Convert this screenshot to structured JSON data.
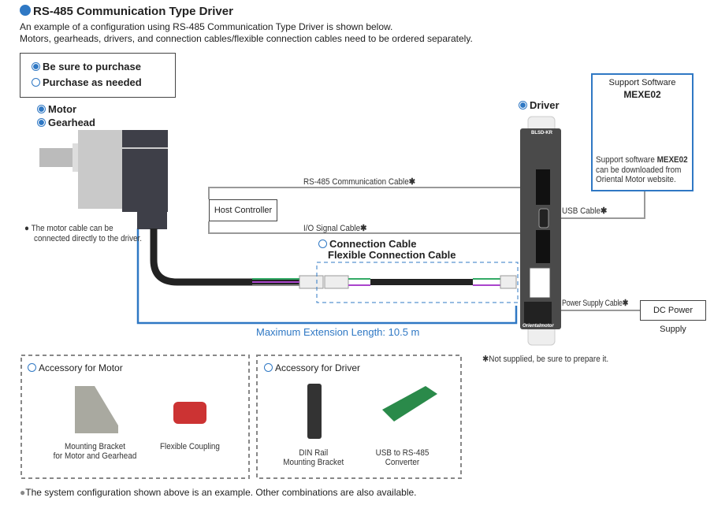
{
  "title": "RS-485 Communication Type Driver",
  "intro": [
    "An example of a configuration using RS-485 Communication Type Driver is shown below.",
    "Motors, gearheads, drivers, and connection cables/flexible connection cables need to be ordered separately."
  ],
  "legend": {
    "required": "Be sure to purchase",
    "optional": "Purchase as needed"
  },
  "motor": {
    "motor_label": "Motor",
    "gearhead_label": "Gearhead",
    "note_line1": "The motor cable can be",
    "note_line2": "connected directly to the driver."
  },
  "driver": {
    "label": "Driver",
    "model": "BLSD-KR",
    "brand": "Orientalmotor"
  },
  "host_controller": "Host Controller",
  "cables": {
    "rs485": "RS-485 Communication Cable",
    "io": "I/O Signal Cable",
    "usb": "USB Cable",
    "power": "Power Supply Cable",
    "connection_line1": "Connection Cable",
    "connection_line2": "Flexible Connection Cable",
    "asterisk": "✱"
  },
  "max_length": "Maximum Extension Length: 10.5 m",
  "software": {
    "heading": "Support Software",
    "name": "MEXE02",
    "desc_prefix": "Support software ",
    "desc_name": "MEXE02",
    "desc_line2": "can be downloaded from",
    "desc_line3": "Oriental Motor website."
  },
  "dc_power": "DC Power Supply",
  "not_supplied": "✱Not supplied, be sure to prepare it.",
  "accessory_motor": {
    "title": "Accessory for Motor",
    "items": [
      {
        "line1": "Mounting Bracket",
        "line2": "for Motor and Gearhead"
      },
      {
        "line1": "Flexible Coupling",
        "line2": ""
      }
    ]
  },
  "accessory_driver": {
    "title": "Accessory for Driver",
    "items": [
      {
        "line1": "DIN Rail",
        "line2": "Mounting Bracket"
      },
      {
        "line1": "USB to RS-485",
        "line2": "Converter"
      }
    ]
  },
  "footer": "The system configuration shown above is an example. Other combinations are also available.",
  "colors": {
    "accent": "#2f78c4",
    "driver": "#4a4a4a",
    "frame": "#555555"
  }
}
